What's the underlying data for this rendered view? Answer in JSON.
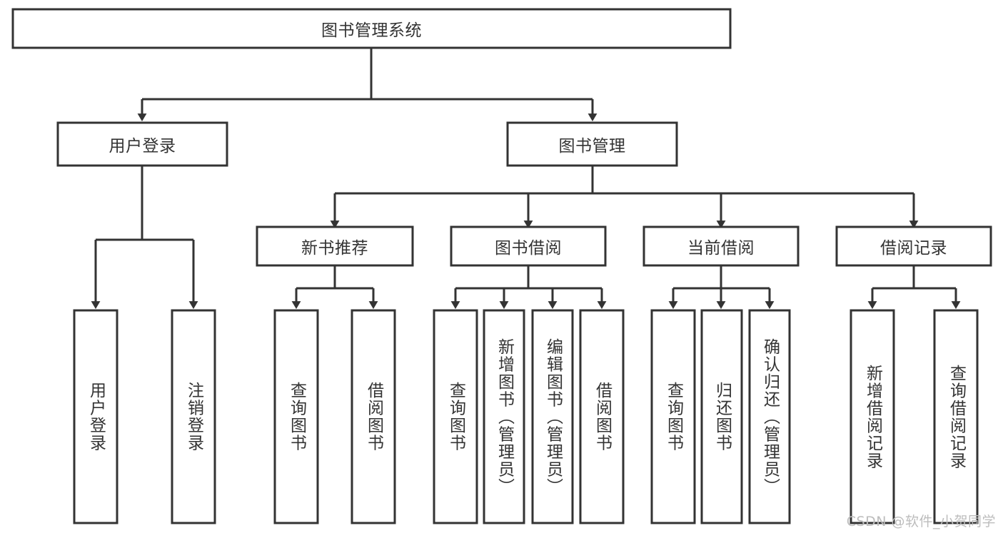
{
  "diagram": {
    "type": "tree-hierarchy-chart",
    "title": "图书管理系统",
    "root": {
      "id": "root",
      "label": "图书管理系统",
      "orientation": "horizontal"
    },
    "level2": [
      {
        "id": "user-login",
        "label": "用户登录",
        "orientation": "horizontal"
      },
      {
        "id": "book-management",
        "label": "图书管理",
        "orientation": "horizontal"
      }
    ],
    "level3": [
      {
        "id": "new-book-recommend",
        "label": "新书推荐",
        "orientation": "horizontal",
        "parent": "book-management"
      },
      {
        "id": "book-borrow",
        "label": "图书借阅",
        "orientation": "horizontal",
        "parent": "book-management"
      },
      {
        "id": "current-borrow",
        "label": "当前借阅",
        "orientation": "horizontal",
        "parent": "book-management"
      },
      {
        "id": "borrow-record",
        "label": "借阅记录",
        "orientation": "horizontal",
        "parent": "book-management"
      }
    ],
    "leaves": [
      {
        "id": "leaf-user-login",
        "label": "用户登录",
        "parent": "user-login"
      },
      {
        "id": "leaf-user-logout",
        "label": "注销登录",
        "parent": "user-login"
      },
      {
        "id": "leaf-query-book-1",
        "label": "查询图书",
        "parent": "new-book-recommend"
      },
      {
        "id": "leaf-borrow-book-1",
        "label": "借阅图书",
        "parent": "new-book-recommend"
      },
      {
        "id": "leaf-query-book-2",
        "label": "查询图书",
        "parent": "book-borrow"
      },
      {
        "id": "leaf-add-book",
        "label": "新增图书（管理员）",
        "parent": "book-borrow"
      },
      {
        "id": "leaf-edit-book",
        "label": "编辑图书（管理员）",
        "parent": "book-borrow"
      },
      {
        "id": "leaf-borrow-book-2",
        "label": "借阅图书",
        "parent": "book-borrow"
      },
      {
        "id": "leaf-query-book-3",
        "label": "查询图书",
        "parent": "current-borrow"
      },
      {
        "id": "leaf-return-book",
        "label": "归还图书",
        "parent": "current-borrow"
      },
      {
        "id": "leaf-confirm-return",
        "label": "确认归还（管理员）",
        "parent": "current-borrow"
      },
      {
        "id": "leaf-add-record",
        "label": "新增借阅记录",
        "parent": "borrow-record"
      },
      {
        "id": "leaf-query-record",
        "label": "查询借阅记录",
        "parent": "borrow-record"
      }
    ],
    "watermark": "CSDN @软件_小贺同学",
    "colors": {
      "stroke": "#333333",
      "fill": "#ffffff",
      "text": "#333333",
      "background": "#ffffff",
      "watermark": "#bdbdbd"
    }
  }
}
